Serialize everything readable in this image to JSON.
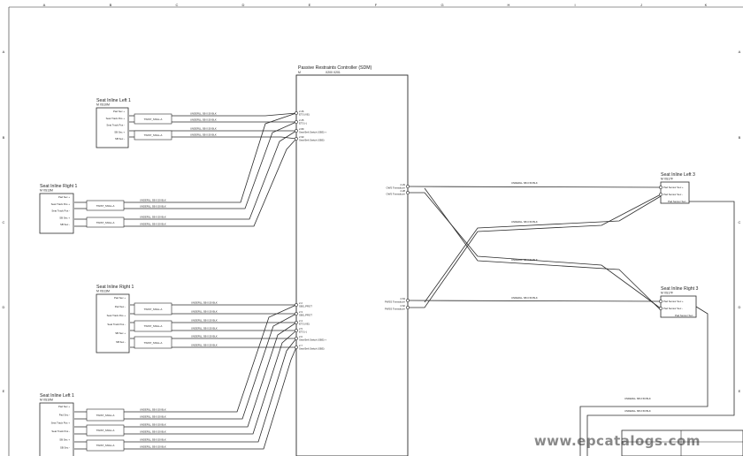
{
  "columns": [
    "A",
    "B",
    "C",
    "D",
    "E",
    "F",
    "G",
    "H",
    "I",
    "J",
    "K"
  ],
  "rows": [
    "A",
    "B",
    "C",
    "D",
    "E"
  ],
  "controller": {
    "title": "Passive Restraints Controller (SDM)",
    "sub_left": "M",
    "sub_right": "X200    X201",
    "pins_top": [
      {
        "num": "2.26",
        "label": "ETS (VE)"
      },
      {
        "num": "2.25",
        "label": "ETS (-)"
      },
      {
        "num": "2.89",
        "label": "Seat Belt Switch (SBS) +"
      },
      {
        "num": "2.90",
        "label": "Seat Belt Switch (SBS)"
      }
    ],
    "pins_bottom": [
      {
        "num": "2.2",
        "label": "SBS_PROT"
      },
      {
        "num": "2.3",
        "label": "SBS_PROT"
      },
      {
        "num": "2.4",
        "label": "ETS (VE)"
      },
      {
        "num": "2.5",
        "label": "ETS (-)"
      },
      {
        "num": "2.6",
        "label": "Seat Belt Switch (SBS) +"
      },
      {
        "num": "2.7",
        "label": "Seat Belt Switch (SBS)"
      }
    ],
    "pins_right": [
      {
        "num": "2.29",
        "label": "OWS Transducer"
      },
      {
        "num": "2.28",
        "label": "OWS Transducer"
      },
      {
        "num": "2.63",
        "label": "PWSS Transducer"
      },
      {
        "num": "2.62",
        "label": "PWSS Transducer"
      }
    ]
  },
  "seats": [
    {
      "title": "Seat Inline Left 1",
      "code": "M       XS10M",
      "pins": [
        "Pad Sec +",
        "Seat Track Pos +",
        "Seat Track Pos -",
        "SB Sec +",
        "SB Sec -"
      ]
    },
    {
      "title": "Seat Inline Right 1",
      "code": "M       XS13M",
      "pins": [
        "Pad Sec +",
        "Seat Track Pos +",
        "Seat Track Pos -",
        "SB Sec +",
        "SB Sec -"
      ]
    },
    {
      "title": "Seat Inline Right 1",
      "code": "M       XS13M",
      "pins": [
        "Pad Sec +",
        "Pad Sec -",
        "Seat Track Pos +",
        "Seat Track Pos -",
        "SB Sec +",
        "SB Sec -"
      ]
    },
    {
      "title": "Seat Inline Left 1",
      "code": "M       XS10M",
      "pins": [
        "Pad Sec +",
        "Pad Sec -",
        "Seat Track Pos +",
        "Seat Track Pos -",
        "SB Sec +",
        "SB Sec -"
      ]
    }
  ],
  "right_connectors": [
    {
      "title": "Seat Inline Left 3",
      "code": "M        XS17F",
      "pins": [
        "Pad Sensor Sec +",
        "Pad Sensor Sec -"
      ],
      "footer": "Pad Sensor Sec -"
    },
    {
      "title": "Seat Inline Right 3",
      "code": "M        XS17F",
      "pins": [
        "Pad Sensor Sec +",
        "Pad Sensor Sec -"
      ],
      "footer": "Pad Sensor Sec -"
    }
  ],
  "twist_label": "TWIST_SNGL-A",
  "wire_label": "UNDERLL   SB    0.50   BLK",
  "watermark": "www.epcatalogs.com",
  "colors": {
    "line": "#2b2b2b",
    "text": "#222222",
    "frame": "#444444"
  }
}
